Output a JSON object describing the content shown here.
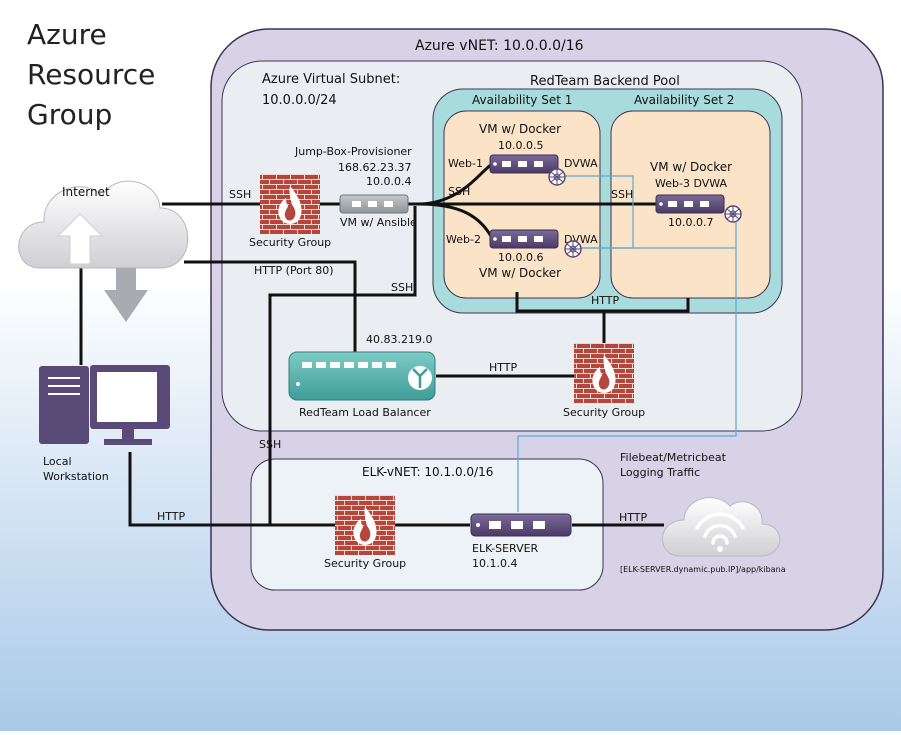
{
  "resource_group": [
    "Azure",
    "Resource",
    "Group"
  ],
  "vnet_title": "Azure vNET: 10.0.0.0/16",
  "subnet_title": [
    "Azure Virtual Subnet:",
    "10.0.0.0/24"
  ],
  "backend_pool_title": "RedTeam Backend Pool",
  "availability_set_1": "Availability Set 1",
  "availability_set_2": "Availability Set 2",
  "internet": "Internet",
  "workstation": [
    "Local",
    "Workstation"
  ],
  "jumpbox": {
    "name": "Jump-Box-Provisioner",
    "public_ip": "168.62.23.37",
    "private_ip": "10.0.0.4",
    "caption": "VM w/ Ansible"
  },
  "security_group": "Security Group",
  "vm1": {
    "title": "VM w/ Docker",
    "ip": "10.0.0.5",
    "name": "Web-1",
    "app": "DVWA"
  },
  "vm2": {
    "title": "VM w/ Docker",
    "ip": "10.0.0.6",
    "name": "Web-2",
    "app": "DVWA"
  },
  "vm3": {
    "title": "VM w/ Docker",
    "name_app": "Web-3 DVWA",
    "ip": "10.0.0.7"
  },
  "load_balancer": {
    "ip": "40.83.219.0",
    "name": "RedTeam Load Balancer"
  },
  "elk_vnet": "ELK-vNET: 10.1.0.0/16",
  "elk_server": {
    "name": "ELK-SERVER",
    "ip": "10.1.0.4"
  },
  "kibana_url": "[ELK-SERVER.dynamic.pub.IP]/app/kibana",
  "logging": [
    "Filebeat/Metricbeat",
    "Logging Traffic"
  ],
  "conn_labels": {
    "ssh_internet": "SSH",
    "ssh_backend": "SSH",
    "ssh_web3": "SSH",
    "ssh_jump_down": "SSH",
    "ssh_elk": "SSH",
    "http_port80": "HTTP (Port 80)",
    "http_pool": "HTTP",
    "http_lb": "HTTP",
    "http_workstation": "HTTP",
    "http_kibana": "HTTP"
  },
  "colors": {
    "vnet_fill": "#d8d2e6",
    "vnet_stroke": "#3b3355",
    "subnet_fill": "#eaeef3",
    "pool_fill": "#a8dcdc",
    "avset_fill": "#fbe3c8",
    "elk_fill": "#edf2f6",
    "firewall": "#b4463c",
    "server": "#5a4a78",
    "lb": "#5cb6b1",
    "link_blue": "#5aa9d6"
  }
}
